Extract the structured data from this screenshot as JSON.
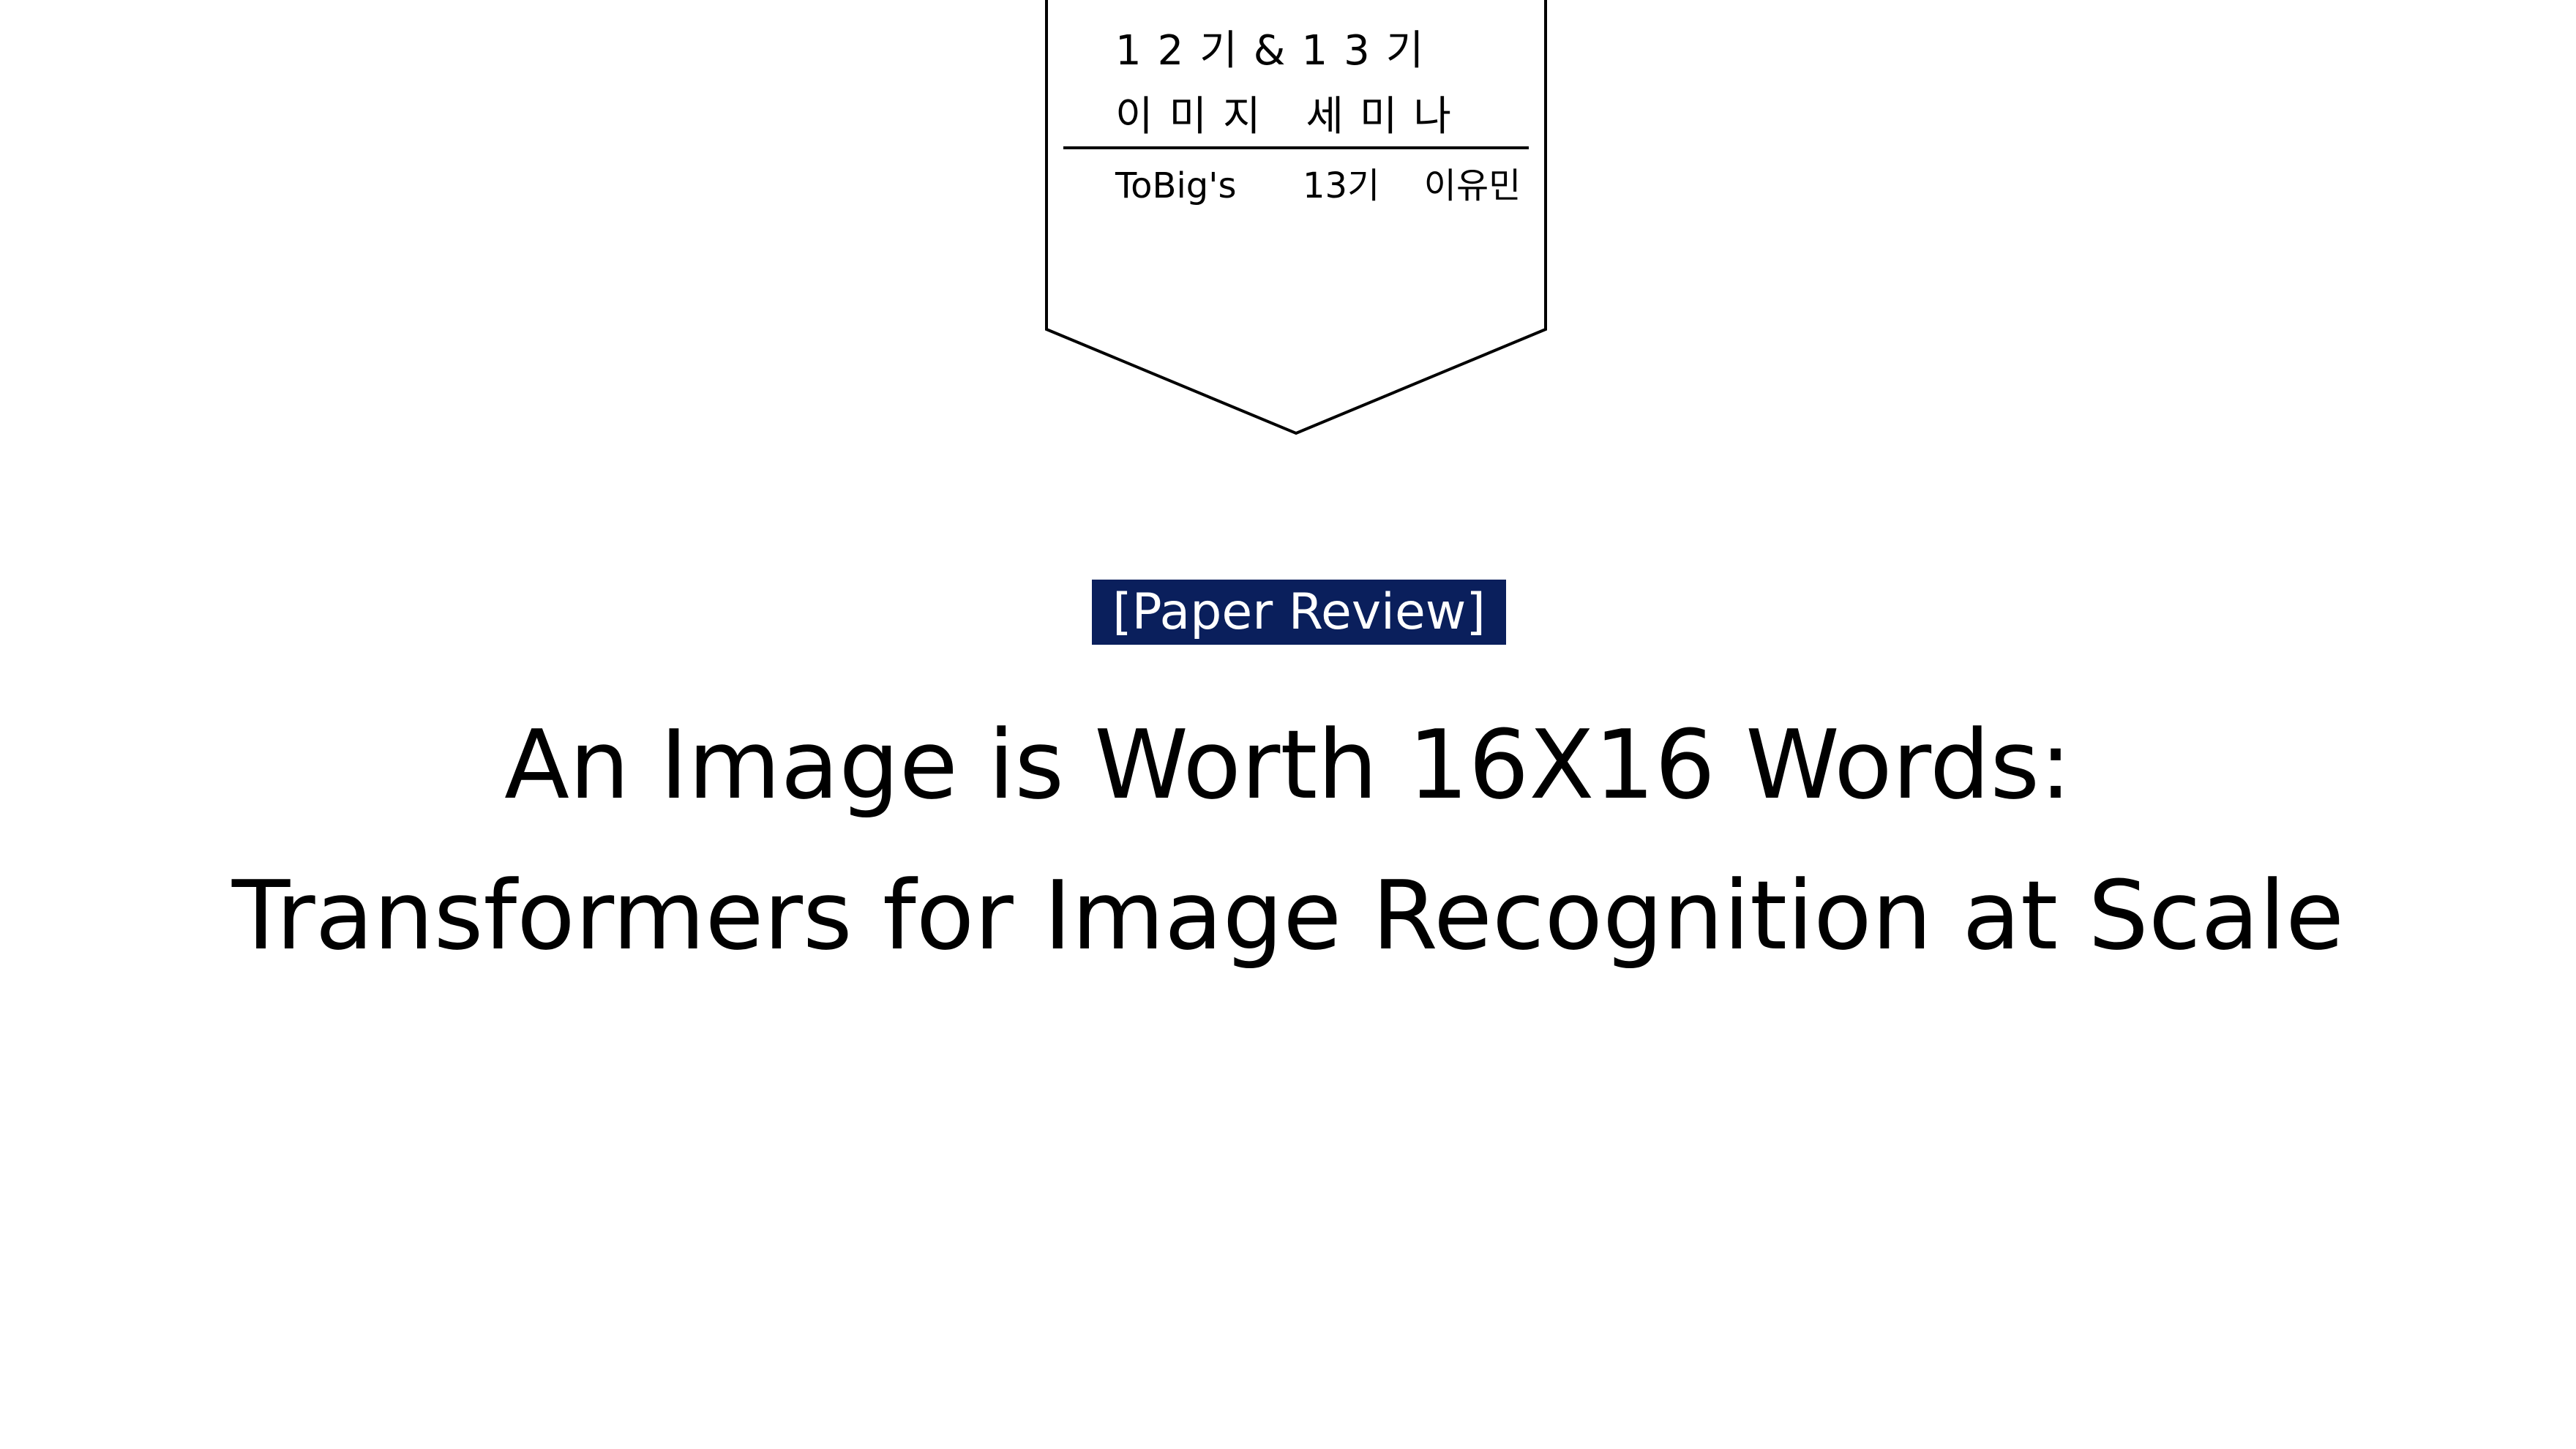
{
  "pennant": {
    "line1": "12기&13기",
    "line2": "이미지 세미나",
    "author_org": "ToBig's",
    "author_cohort": "13기",
    "author_name": "이유민"
  },
  "badge": {
    "label": "[Paper Review]"
  },
  "title": {
    "line1": "An Image is Worth 16X16 Words:",
    "line2": "Transformers for Image Recognition at Scale"
  },
  "colors": {
    "badge_background": "#0a1f5c",
    "badge_text": "#ffffff",
    "text": "#000000",
    "background": "#ffffff"
  }
}
